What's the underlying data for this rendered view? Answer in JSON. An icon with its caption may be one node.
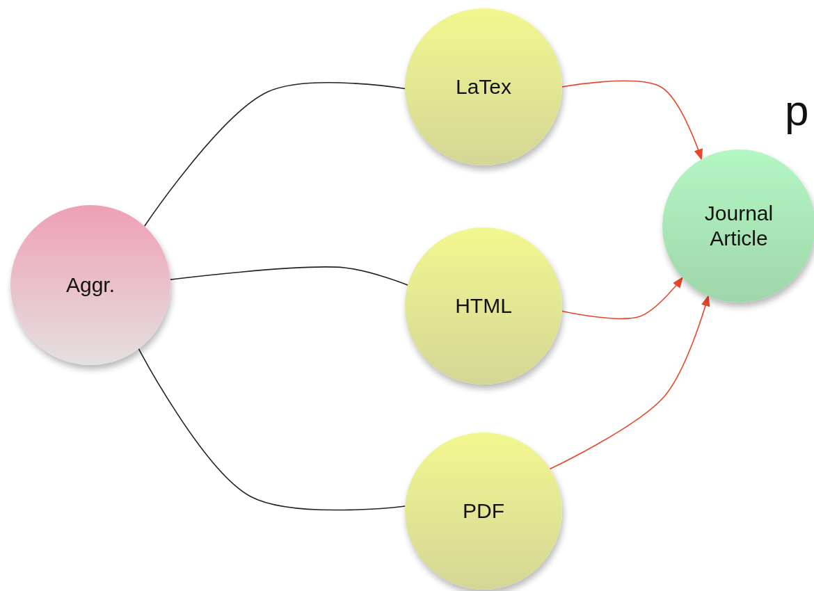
{
  "diagram": {
    "nodes": [
      {
        "text": [
          "Aggr."
        ]
      },
      {
        "text": [
          "LaTex"
        ]
      },
      {
        "text": [
          "HTML"
        ]
      },
      {
        "text": [
          "PDF"
        ]
      },
      {
        "text": [
          "Journal Article"
        ]
      }
    ],
    "edges": [
      {
        "from": 0,
        "to": 1,
        "arrow": "none"
      },
      {
        "from": 0,
        "to": 2,
        "arrow": "none"
      },
      {
        "from": 0,
        "to": 3,
        "arrow": "none"
      },
      {
        "from": 1,
        "to": 4,
        "arrow": "to",
        "color": "#e8472a"
      },
      {
        "from": 2,
        "to": 4,
        "arrow": "to",
        "color": "#e8472a"
      },
      {
        "from": 3,
        "to": 4,
        "arrow": "to",
        "color": "#e8472a"
      }
    ],
    "labels": [
      "p"
    ]
  }
}
